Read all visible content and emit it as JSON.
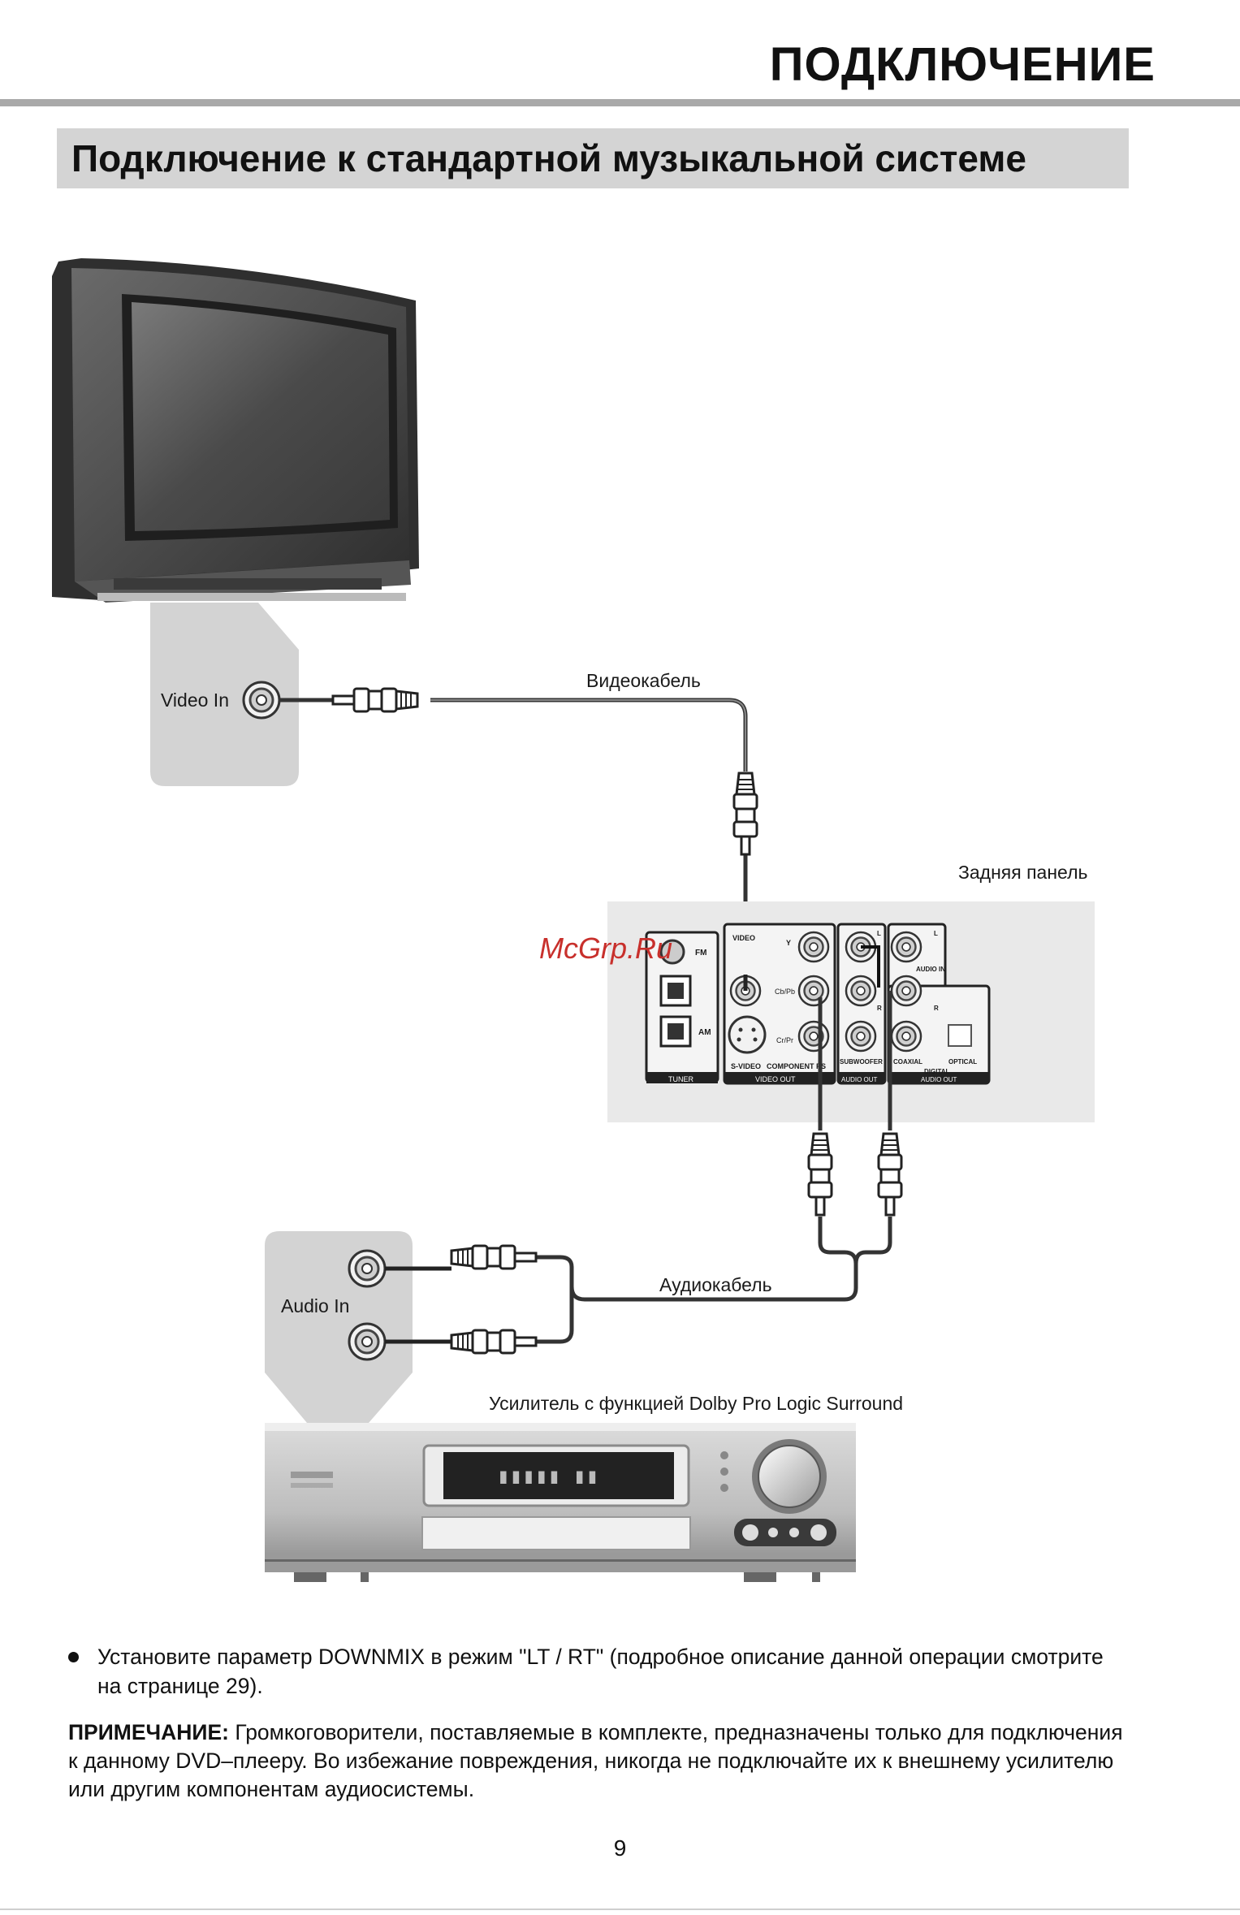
{
  "header": {
    "title": "ПОДКЛЮЧЕНИЕ"
  },
  "section": {
    "title": "Подключение к стандартной музыкальной системе"
  },
  "diagram": {
    "tv_jack_label": "Video In",
    "video_cable_label": "Видеокабель",
    "rear_panel_label": "Задняя панель",
    "watermark": "McGrp.Ru",
    "amp_jack_label": "Audio In",
    "audio_cable_label": "Аудиокабель",
    "amplifier_label": "Усилитель с функцией Dolby Pro Logic Surround",
    "panel": {
      "tuner_fm": "FM",
      "tuner_am": "AM",
      "tuner_footer": "TUNER",
      "video": "VIDEO",
      "y": "Y",
      "cb_pb": "Cb/Pb",
      "cr_pr": "Cr/Pr",
      "s_video": "S-VIDEO",
      "component": "COMPONENT PS",
      "video_out": "VIDEO OUT",
      "l_out": "L",
      "r_out": "R",
      "subwoofer": "SUBWOOFER",
      "audio_out": "AUDIO OUT",
      "l_in": "L",
      "audio_in": "AUDIO IN",
      "r_in": "R",
      "coaxial": "COAXIAL",
      "optical": "OPTICAL",
      "digital": "DIGITAL",
      "digital_audio_out": "AUDIO OUT"
    }
  },
  "bullet": {
    "line1": "Установите параметр DOWNMIX в режим \"LT / RT\" (подробное описание данной операции смотрите",
    "line2": "на странице 29)."
  },
  "note": {
    "label": "ПРИМЕЧАНИЕ:",
    "line1": " Громкоговорители, поставляемые в комплекте, предназначены только для подключения",
    "line2": "к данному DVD–плееру. Во избежание повреждения, никогда не подключайте их к внешнему усилителю",
    "line3": "или другим компонентам аудиосистемы."
  },
  "page_number": "9"
}
